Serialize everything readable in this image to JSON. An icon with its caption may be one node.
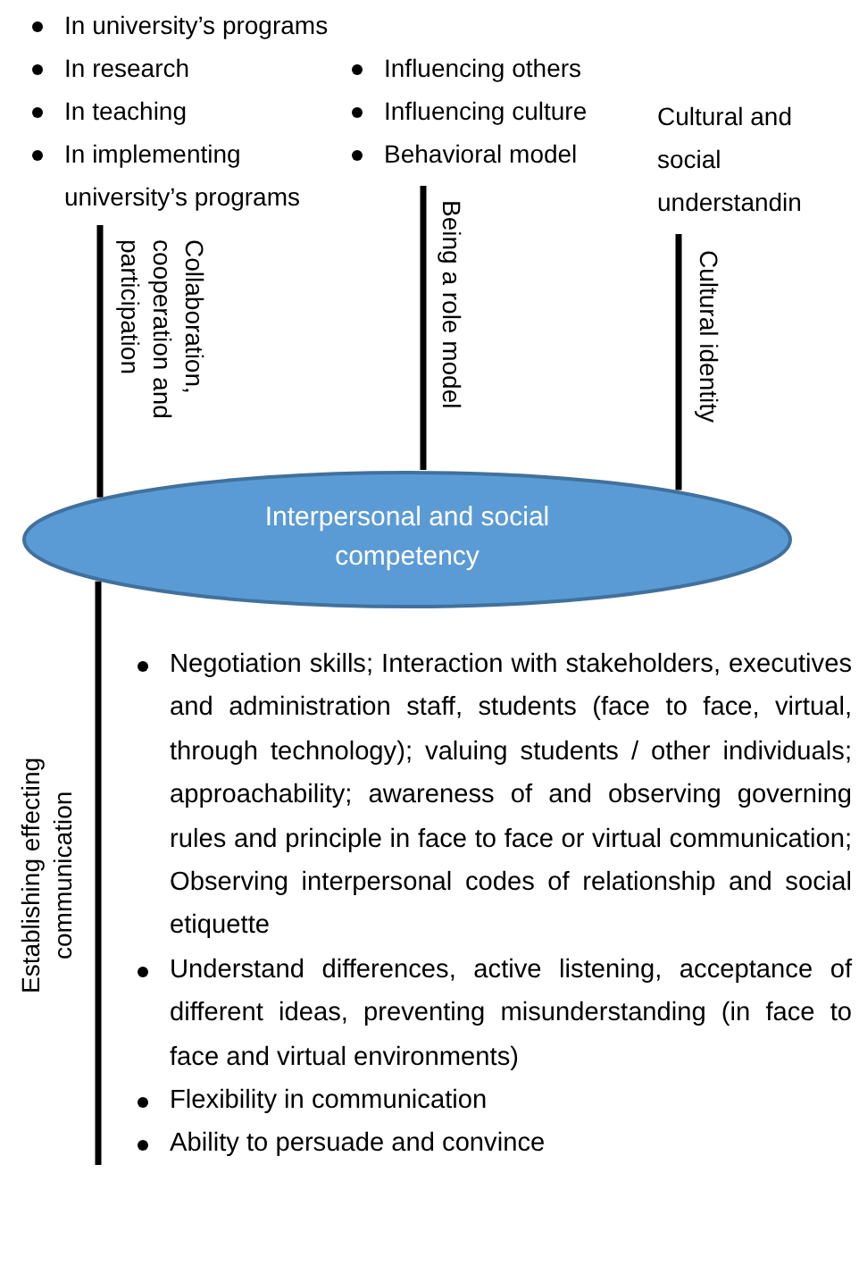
{
  "diagram": {
    "nodes": [
      {
        "text": [
          "Interpersonal and social competency"
        ]
      },
      {
        "text": [
          "In university’s programs",
          "In research",
          "In teaching",
          "In implementing university’s programs"
        ]
      },
      {
        "text": [
          "Influencing others",
          "Influencing culture",
          "Behavioral model"
        ]
      },
      {
        "text": [
          "Cultural and social understandin"
        ]
      },
      {
        "text": [
          "Negotiation skills; Interaction with stakeholders, executives and administration staff, students (face to face, virtual, through technology); valuing students / other individuals; approachability; awareness of and observing governing rules and principle in face to face or virtual communication; Observing interpersonal codes of relationship and social etiquette",
          "Understand differences, active listening, acceptance of different ideas, preventing misunderstanding (in face to face and virtual environments)",
          "Flexibility in communication",
          "Ability to persuade and convince"
        ]
      }
    ],
    "edges": [
      {
        "from": 0,
        "to": 1,
        "arrow": "none",
        "label": "Collaboration, cooperation and participation"
      },
      {
        "from": 0,
        "to": 2,
        "arrow": "none",
        "label": "Being a role model"
      },
      {
        "from": 0,
        "to": 3,
        "arrow": "none",
        "label": "Cultural identity"
      },
      {
        "from": 0,
        "to": 4,
        "arrow": "none",
        "label": "Establishing effecting communication"
      }
    ]
  }
}
